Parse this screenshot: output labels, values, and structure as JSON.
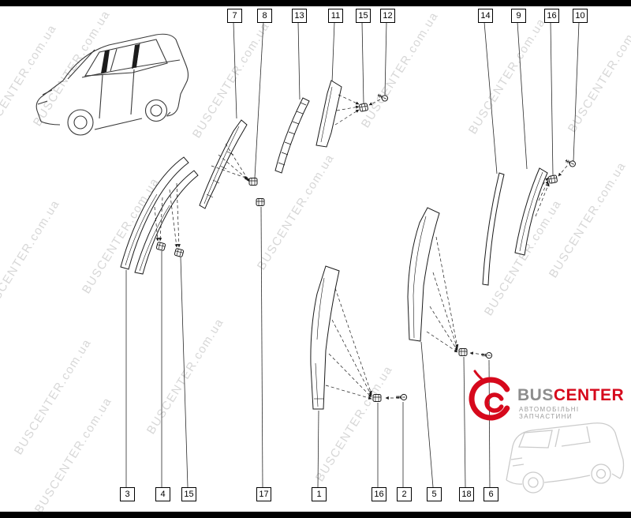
{
  "watermark": {
    "text": "BUSCENTER.com.ua"
  },
  "diagram": {
    "callouts_top": [
      {
        "n": "7"
      },
      {
        "n": "8"
      },
      {
        "n": "13"
      },
      {
        "n": "11"
      },
      {
        "n": "15"
      },
      {
        "n": "12"
      },
      {
        "n": "14"
      },
      {
        "n": "9"
      },
      {
        "n": "16"
      },
      {
        "n": "10"
      }
    ],
    "callouts_bottom": [
      {
        "n": "3"
      },
      {
        "n": "4"
      },
      {
        "n": "15"
      },
      {
        "n": "17"
      },
      {
        "n": "1"
      },
      {
        "n": "16"
      },
      {
        "n": "2"
      },
      {
        "n": "5"
      },
      {
        "n": "18"
      },
      {
        "n": "6"
      }
    ]
  },
  "logo": {
    "brand_bus": "BUS",
    "brand_center": "CENTER",
    "tagline": "АВТОМОБІЛЬНІ ЗАПЧАСТИНИ"
  }
}
